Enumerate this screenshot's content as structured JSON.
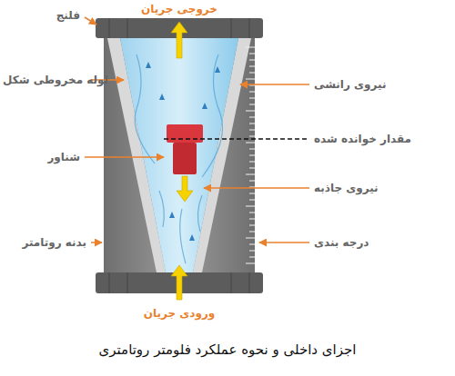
{
  "diagram": {
    "caption": "اجزای داخلی و نحوه عملکرد فلومتر روتامتری",
    "labels": [
      "خروجی جریان",
      "فلنج",
      "لوله مخروطی شکل",
      "نیروی رانشی",
      "مقدار خوانده شده",
      "شناور",
      "نیروی جاذبه",
      "بدنه روتامتر",
      "درجه بندی",
      "ورودی جریان"
    ]
  }
}
